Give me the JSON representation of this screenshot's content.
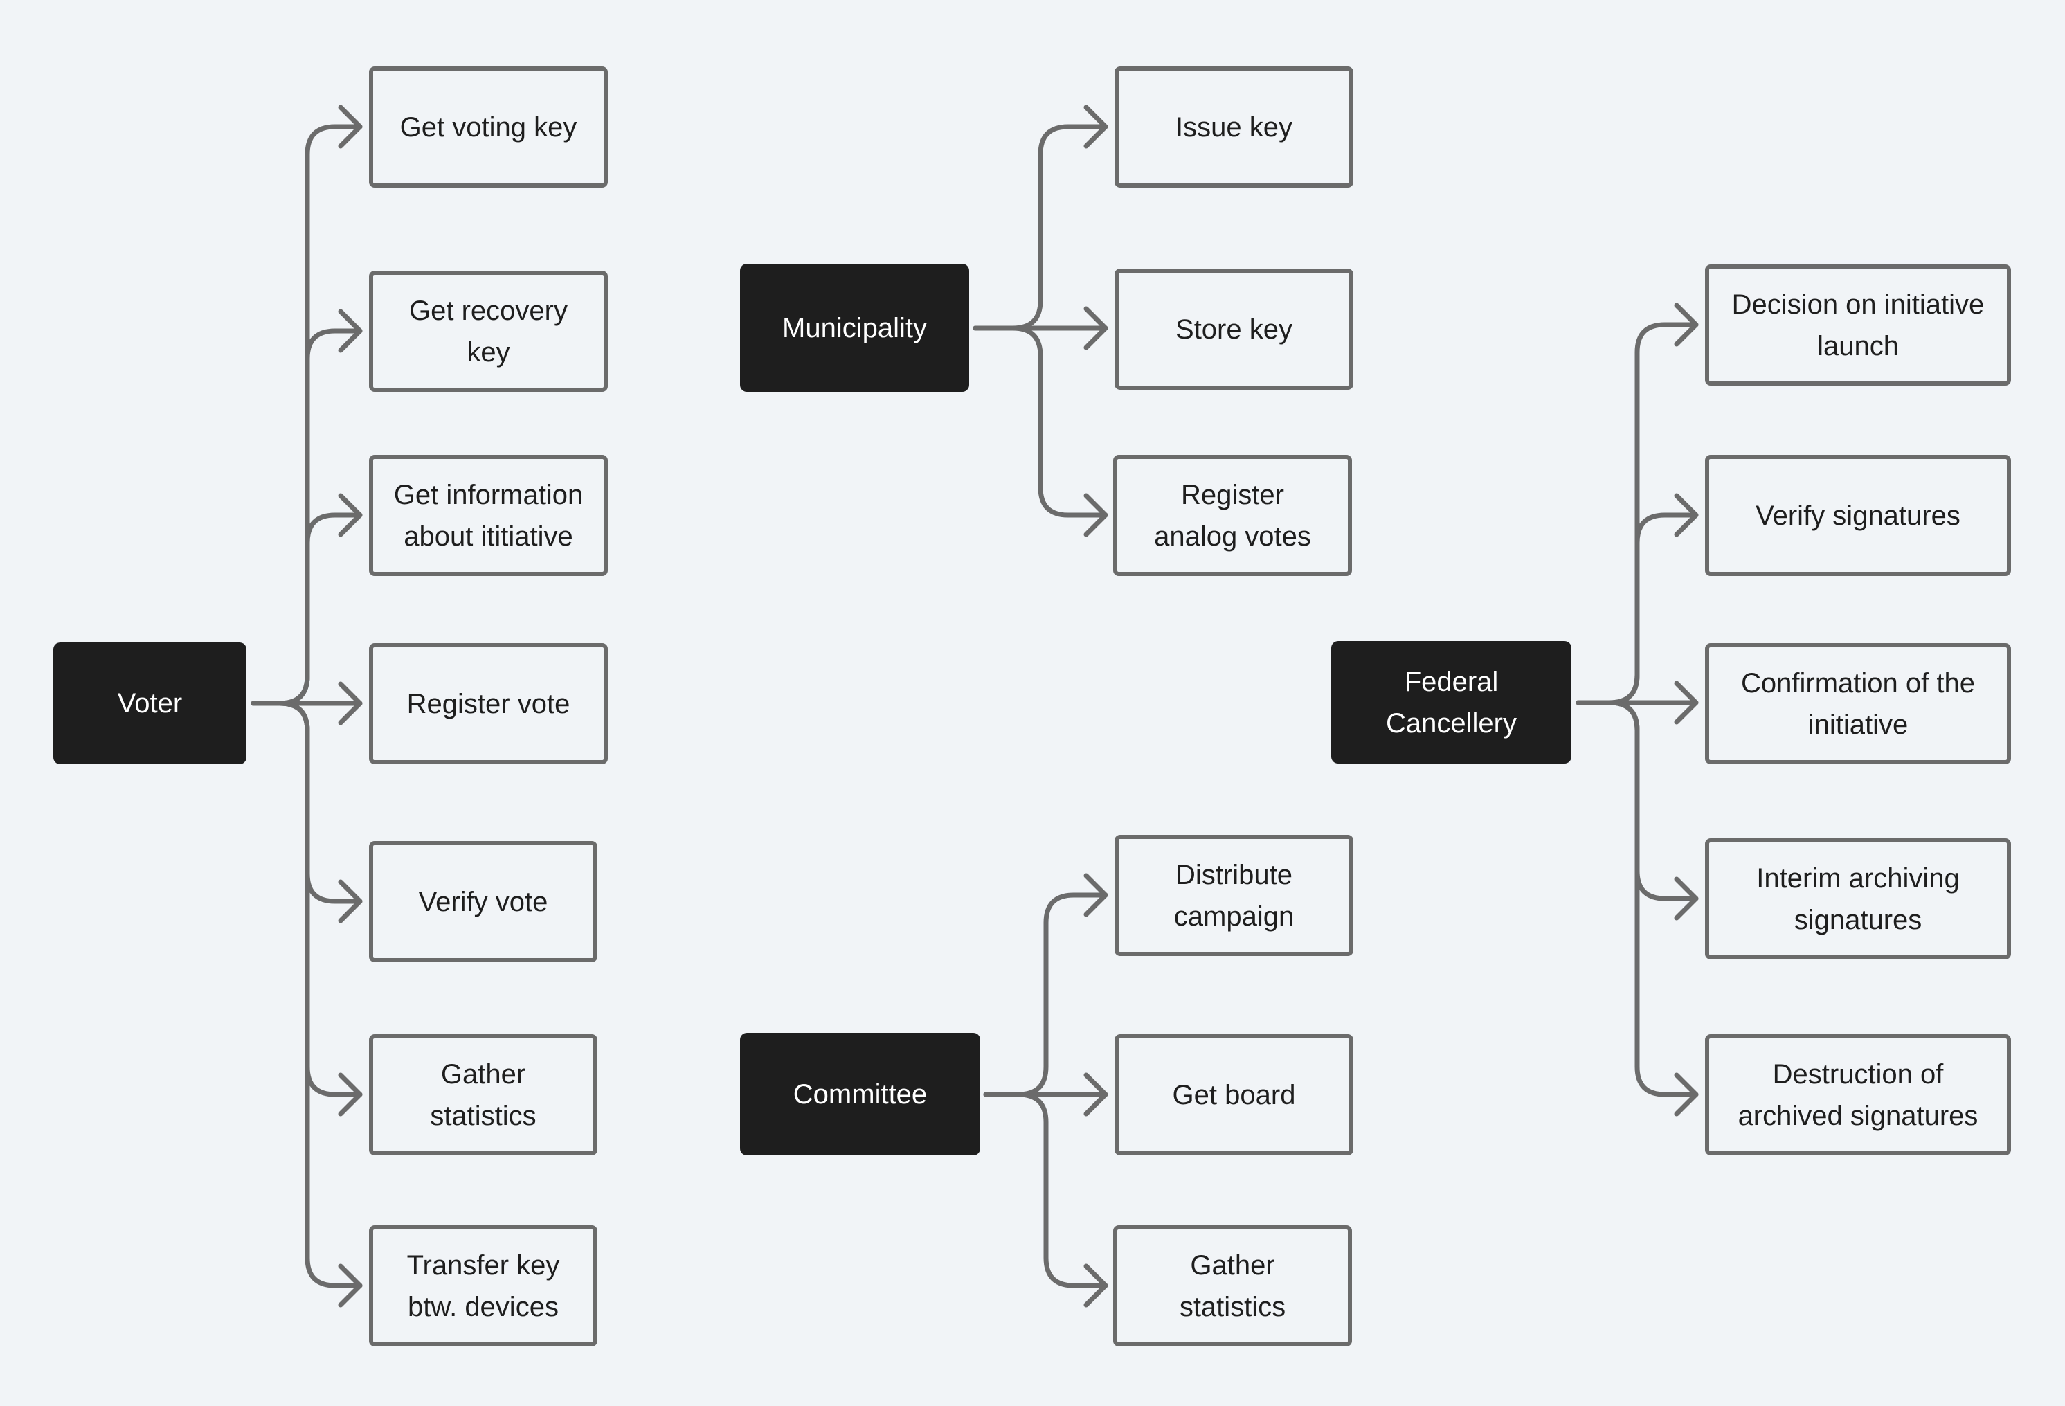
{
  "colors": {
    "background": "#f1f4f7",
    "actor_fill": "#1e1e1e",
    "actor_text": "#ffffff",
    "action_border": "#6b6b6b",
    "connector": "#6b6b6b",
    "action_text": "#1e1e1e"
  },
  "actors": {
    "voter": {
      "label": "Voter"
    },
    "municipality": {
      "label": "Municipality"
    },
    "committee": {
      "label": "Committee"
    },
    "federal_cancellery": {
      "label": "Federal Cancellery"
    }
  },
  "voter_actions": [
    "Get voting key",
    "Get recovery key",
    "Get information about ititiative",
    "Register vote",
    "Verify vote",
    "Gather statistics",
    "Transfer key btw. devices"
  ],
  "municipality_actions": [
    "Issue key",
    "Store key",
    "Register analog votes"
  ],
  "committee_actions": [
    "Distribute campaign",
    "Get board",
    "Gather statistics"
  ],
  "federal_cancellery_actions": [
    "Decision on initiative launch",
    "Verify signatures",
    "Confirmation of the initiative",
    "Interim archiving signatures",
    "Destruction of archived signatures"
  ]
}
